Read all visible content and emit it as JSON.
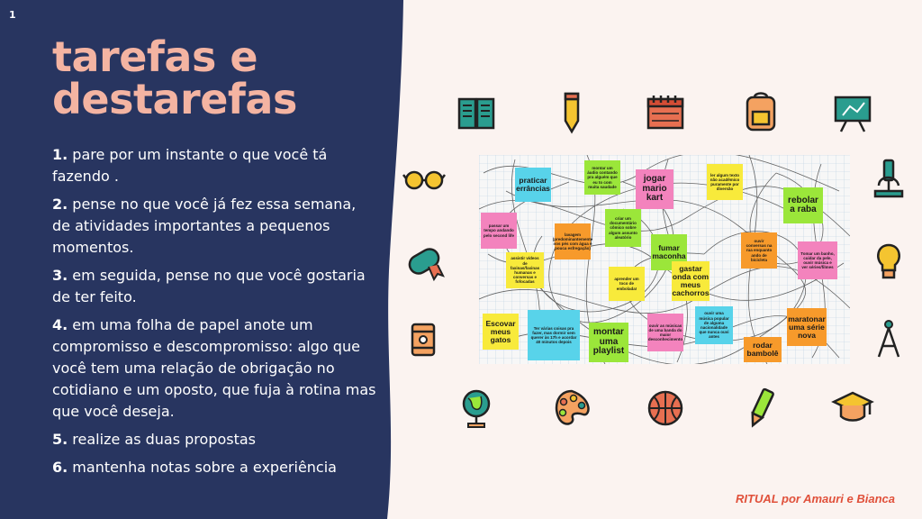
{
  "slide": {
    "page_number": "1"
  },
  "title": {
    "line1": "tarefas e",
    "line2": "destarefas"
  },
  "steps": [
    {
      "num": "1.",
      "text": " pare por um instante o que você tá fazendo ."
    },
    {
      "num": "2.",
      "text": " pense no que você já fez essa semana, de atividades importantes a pequenos momentos."
    },
    {
      "num": "3.",
      "text": " em seguida, pense no que você gostaria de ter feito."
    },
    {
      "num": "4.",
      "text": " em uma folha de papel anote um compromisso e descompromisso: algo que você tem uma relação de obrigação no cotidiano e um oposto, que fuja à rotina mas que você deseja."
    },
    {
      "num": "5.",
      "text": " realize as duas propostas"
    },
    {
      "num": "6.",
      "text": " mantenha notas sobre a experiência"
    }
  ],
  "board": {
    "notes": [
      {
        "text": "praticar errâncias",
        "color": "#58d3ea"
      },
      {
        "text": "montar um áudio contando pra alguém que eu to com muita saudade",
        "color": "#9be63a"
      },
      {
        "text": "jogar mario kart",
        "color": "#f383bd"
      },
      {
        "text": "ler algum texto não acadêmico puramente por diversão",
        "color": "#f8ea3b"
      },
      {
        "text": "rebolar a raba",
        "color": "#9be63a"
      },
      {
        "text": "passar um tempo andando pelo second life",
        "color": "#f383bd"
      },
      {
        "text": "lavagem (predominantemente nos pés com água e pouca esfregação)",
        "color": "#f79a2b"
      },
      {
        "text": "criar um documentário cômico sobre algum assunto aleatório",
        "color": "#9be63a"
      },
      {
        "text": "fumar maconha",
        "color": "#9be63a"
      },
      {
        "text": "ouvir conversas na rua enquanto ando de bicicleta",
        "color": "#f79a2b"
      },
      {
        "text": "Tomar um banho, cuidar da pele, ouvir música e ver séries/filmes",
        "color": "#f383bd"
      },
      {
        "text": "assistir vídeos de faxinas/faxinas humanas e conversas e fofocadas",
        "color": "#f8ea3b"
      },
      {
        "text": "aprender um toco de embolada!",
        "color": "#f8ea3b"
      },
      {
        "text": "gastar onda com meus cachorros",
        "color": "#f8ea3b"
      },
      {
        "text": "Escovar meus gatos",
        "color": "#f8ea3b"
      },
      {
        "text": "Ter várias coisas pra fazer, mas dormir sem querer às 17h e acordar 40 minutos depois",
        "color": "#58d3ea"
      },
      {
        "text": "montar uma playlist",
        "color": "#9be63a"
      },
      {
        "text": "ouvir as músicas de uma banda do maior desconhecimento",
        "color": "#f383bd"
      },
      {
        "text": "ouvir uma música popular de alguma nacionalidade que nunca ouvi antes",
        "color": "#58d3ea"
      },
      {
        "text": "rodar bambolê",
        "color": "#f79a2b"
      },
      {
        "text": "maratonar uma série nova",
        "color": "#f79a2b"
      }
    ]
  },
  "icons": [
    "book-icon",
    "pencil-icon",
    "calendar-icon",
    "backpack-icon",
    "chalkboard-icon",
    "glasses-icon",
    "microscope-icon",
    "diploma-icon",
    "lightbulb-icon",
    "sharpener-icon",
    "compass-icon",
    "globe-icon",
    "palette-icon",
    "basketball-icon",
    "pen-icon",
    "graduation-cap-icon"
  ],
  "colors": {
    "panel": "#283560",
    "title": "#f4b4a2",
    "accent": "#e0503a",
    "background": "#fbf3f0"
  },
  "credit": "RITUAL por Amauri e Bianca"
}
